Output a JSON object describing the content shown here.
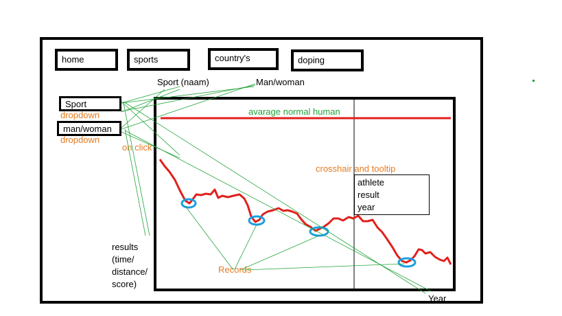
{
  "nav": {
    "home": "home",
    "sports": "sports",
    "countries": "country's",
    "doping": "doping"
  },
  "controls": {
    "sport_label": "Sport",
    "sport_hint": "dropdown",
    "gender_label": "man/woman",
    "gender_hint": "dropdown"
  },
  "annotations": {
    "sport_name": "Sport (naam)",
    "gender": "Man/woman",
    "on_click": "on click",
    "average": "avarage normal human",
    "crosshair": "crosshair and tooltip",
    "records": "Records",
    "year_axis": "Year",
    "results_lines": [
      "results",
      "(time/",
      "distance/",
      "score)"
    ]
  },
  "tooltip": {
    "athlete": "athlete",
    "result": "result",
    "year": "year"
  },
  "colors": {
    "line": "#e0201c",
    "average_line": "#e0201c",
    "record_marker": "#1a9fe0",
    "annotation_lines": "#22a33a",
    "orange_text": "#e87a1e"
  }
}
